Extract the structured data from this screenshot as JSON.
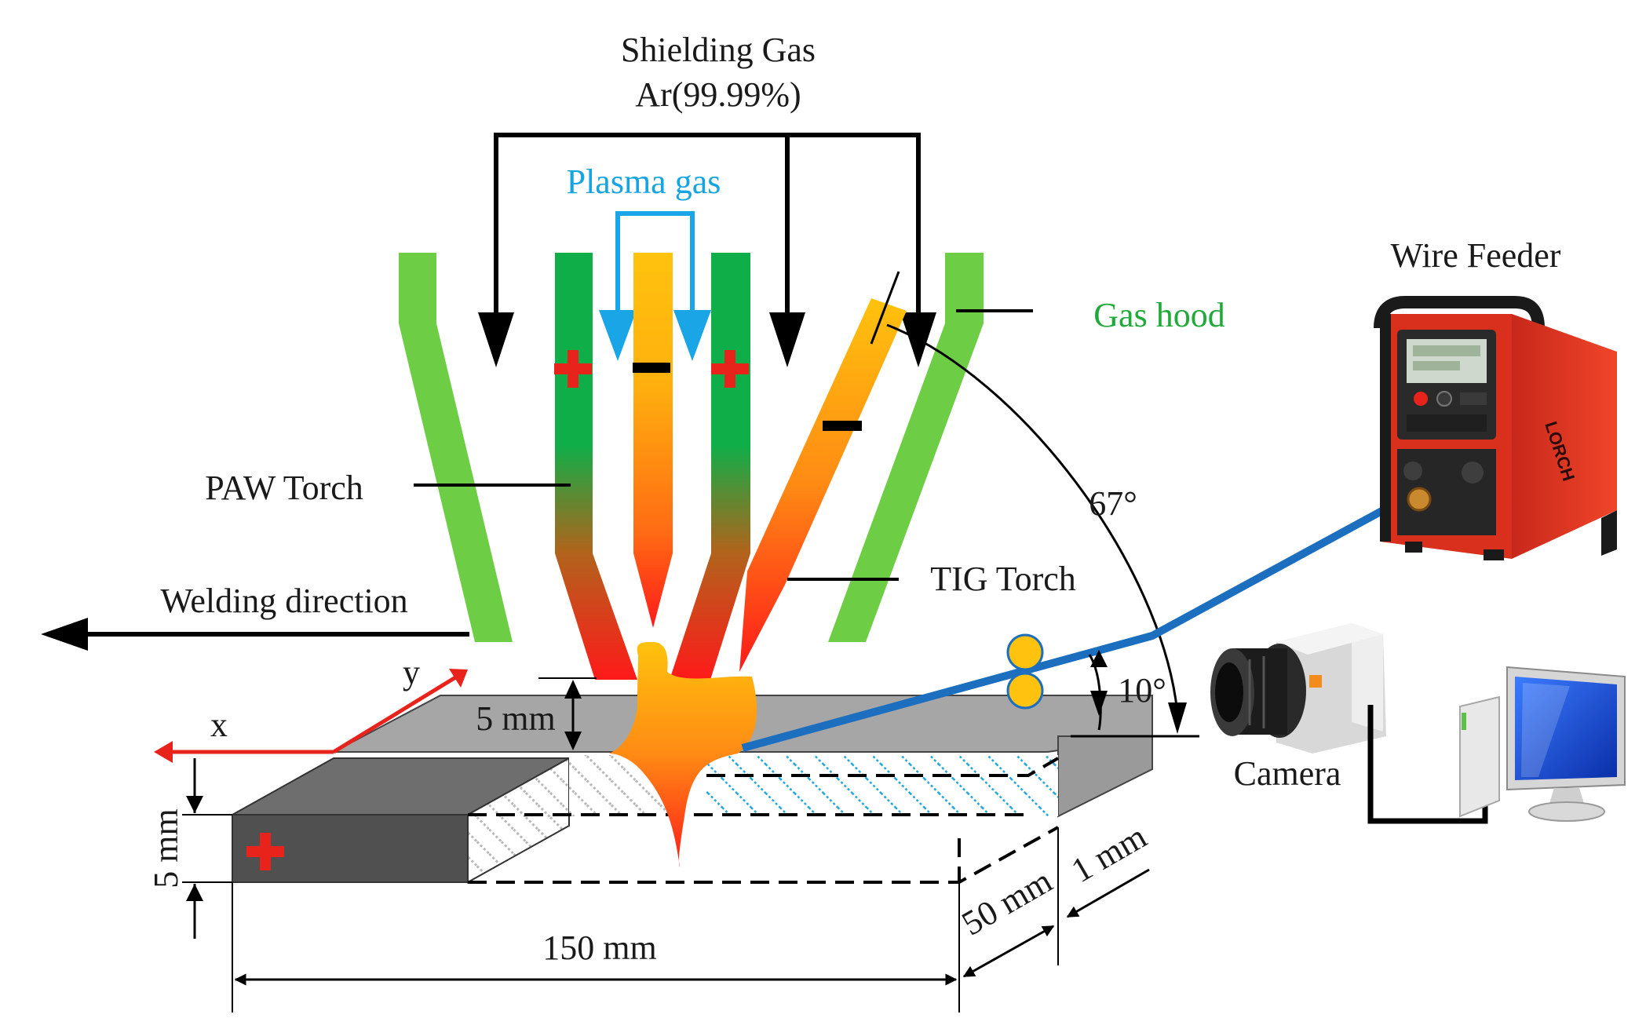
{
  "labels": {
    "shielding_gas": "Shielding Gas",
    "shielding_gas_composition": "Ar(99.99%)",
    "plasma_gas": "Plasma gas",
    "gas_hood": "Gas hood",
    "wire_feeder": "Wire Feeder",
    "paw_torch": "PAW Torch",
    "tig_torch": "TIG Torch",
    "welding_direction": "Welding direction",
    "camera": "Camera",
    "angle_67": "67°",
    "angle_10": "10°",
    "dim_5mm_gap": "5 mm",
    "dim_5mm_thickness": "5 mm",
    "dim_150mm": "150 mm",
    "dim_50mm": "50 mm",
    "dim_1mm": "1 mm",
    "axis_x": "x",
    "axis_y": "y",
    "feeder_brand": "LORCH"
  },
  "colors": {
    "gas_hood": "#6dcd45",
    "paw_nozzle_top": "#0fae48",
    "electrode": "#ffc20e",
    "hot": "#ff1a1a",
    "plasma_gas_line": "#1aa5e6",
    "wire": "#1c6fbf",
    "plate_top": "#a6a6a6",
    "plate_front": "#505050",
    "feeder_body": "#e8351e"
  }
}
